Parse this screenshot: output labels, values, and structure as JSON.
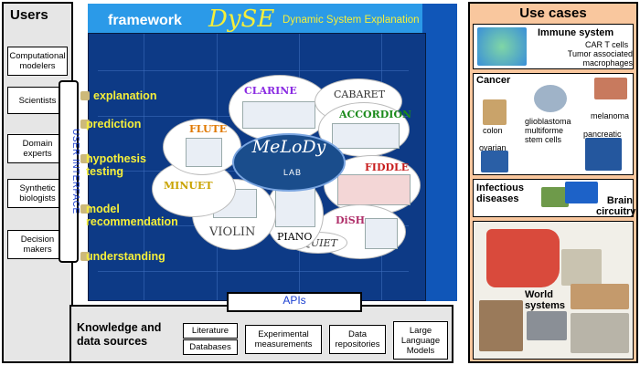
{
  "users": {
    "title": "Users",
    "items": [
      "Computational modelers",
      "Scientists",
      "Domain experts",
      "Synthetic biologists",
      "Decision makers"
    ],
    "interface_label": "USER INTERFACE"
  },
  "framework": {
    "title": "framework",
    "logo": "DySE",
    "subtitle": "Dynamic System Explanation",
    "functions": [
      "explanation",
      "prediction",
      "hypothesis testing",
      "model recommendation",
      "understanding"
    ],
    "center_logo": "MeLoDy",
    "center_lab": "LAB",
    "tools": [
      "CLARINE",
      "CABARET",
      "ACCORDION",
      "FIDDLE",
      "DiSH",
      "QUIET",
      "PIANO",
      "VIOLIN",
      "MINUET",
      "FLUTE"
    ]
  },
  "apis": "APIs",
  "knowledge": {
    "title": "Knowledge and data sources",
    "sources": [
      "Literature",
      "Databases",
      "Experimental measurements",
      "Data repositories",
      "Large Language Models"
    ]
  },
  "use_cases": {
    "title": "Use cases",
    "immune": {
      "title": "Immune system",
      "items": [
        "CAR T cells",
        "Tumor associated macrophages"
      ]
    },
    "cancer": {
      "title": "Cancer",
      "items": [
        "colon",
        "glioblastoma multiforme stem cells",
        "melanoma",
        "ovarian",
        "pancreatic"
      ]
    },
    "infectious": "Infectious diseases",
    "brain": "Brain circuitry",
    "world": "World systems"
  },
  "colors": {
    "cube_front": "#0d3a86",
    "cube_top": "#2b9ae8",
    "accent_yellow": "#f5ef3a",
    "use_case_bg": "#f9c79e",
    "panel_gray": "#e6e6e6"
  }
}
